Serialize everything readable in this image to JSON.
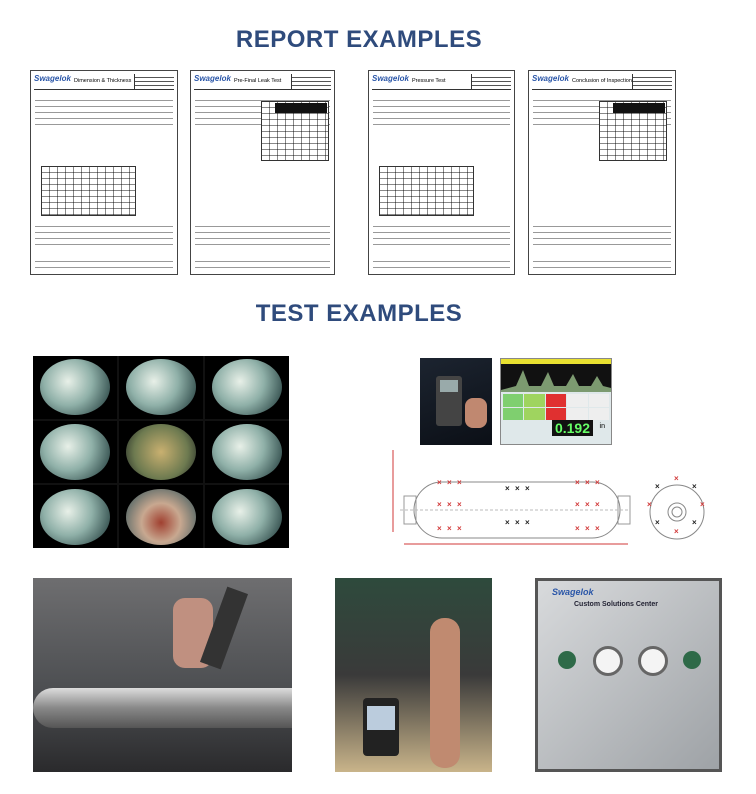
{
  "headings": {
    "reports": "REPORT EXAMPLES",
    "tests": "TEST EXAMPLES"
  },
  "reports": [
    {
      "logo": "Swagelok",
      "title": "Dimension & Thickness"
    },
    {
      "logo": "Swagelok",
      "title": "Pre-Final Leak Test"
    },
    {
      "logo": "Swagelok",
      "title": "Pressure Test"
    },
    {
      "logo": "Swagelok",
      "title": "Conclusion of Inspection"
    }
  ],
  "thickness_gauge": {
    "reading": "0.192",
    "unit": "in"
  },
  "test_panel": {
    "brand": "Swagelok",
    "label": "Custom Solutions Center"
  },
  "colors": {
    "heading": "#2f4b7c",
    "marker_red": "#d23a3a",
    "marker_black": "#222222"
  }
}
